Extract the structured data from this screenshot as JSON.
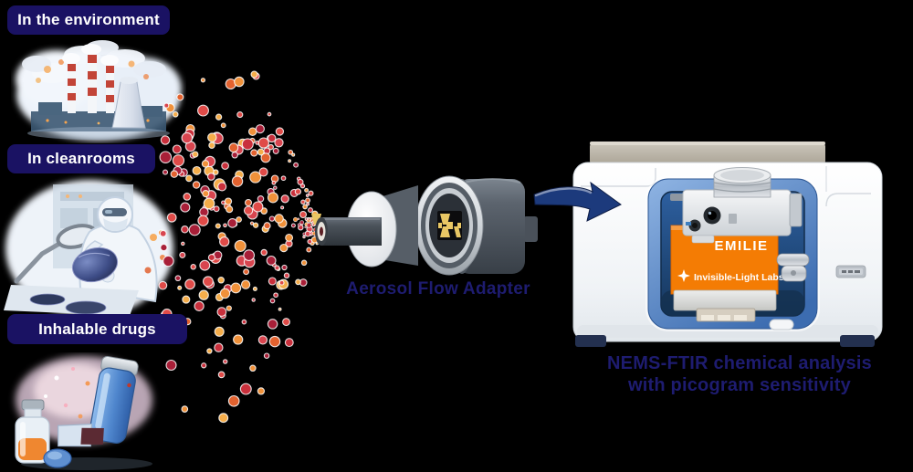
{
  "figure": {
    "description": "Aerosol sampling diagram: particle sources feed an Aerosol Flow Adapter coupled to a NEMS-FTIR spectrometer"
  },
  "sources": [
    {
      "label": "In the environment",
      "illustration": "factory-smokestacks"
    },
    {
      "label": "In cleanrooms",
      "illustration": "cleanroom-worker-with-wafer"
    },
    {
      "label": "Inhalable drugs",
      "illustration": "asthma-inhaler-and-vial"
    }
  ],
  "adapter": {
    "label": "Aerosol Flow Adapter"
  },
  "instrument": {
    "module_name": "EMILIE",
    "brand": "Invisible-Light Labs",
    "caption": [
      "NEMS-FTIR chemical analysis",
      "with picogram sensitivity"
    ]
  },
  "colors": {
    "label_bg": "#1a1263",
    "label_text": "#ffffff",
    "heading_text": "#1e1c70",
    "module_orange": "#f47c04",
    "arrow_navy": "#1c3a7c",
    "particle_palette": [
      "#e04b48",
      "#c9303c",
      "#a81f38",
      "#f0913a",
      "#f5ad4a",
      "#e2622f",
      "#d8454f"
    ]
  }
}
